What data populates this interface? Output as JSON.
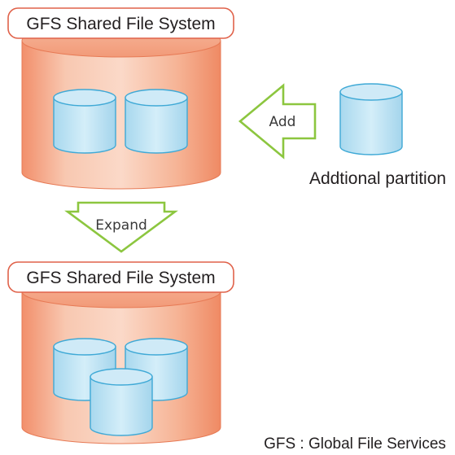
{
  "diagram": {
    "top_fs_label": "GFS Shared File System",
    "bottom_fs_label": "GFS Shared File System",
    "add_label": "Add",
    "expand_label": "Expand",
    "additional_partition_label": "Addtional partition",
    "footnote": "GFS : Global File Services"
  },
  "colors": {
    "fs_cylinder": "#f0a487",
    "fs_cylinder_edge": "#e06a45",
    "label_border": "#e0624a",
    "disk_fill": "#bfe3f2",
    "disk_edge": "#3fa9d6",
    "arrow_stroke": "#8cc63f"
  }
}
